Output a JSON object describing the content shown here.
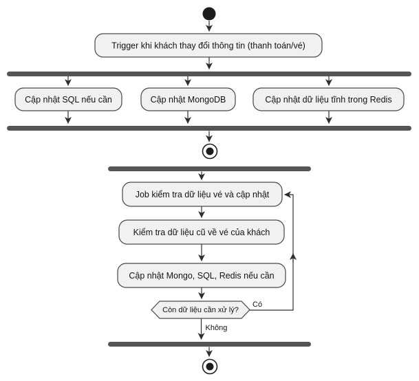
{
  "diagram": {
    "type": "activity-diagram",
    "colors": {
      "background": "#ffffff",
      "activity_fill": "#f1f1f1",
      "activity_border": "#4a4a4a",
      "bar_fill": "#555555",
      "edge": "#2e2e2e",
      "text": "#121212"
    },
    "nodes": {
      "trigger": "Trigger khi khách thay đổi thông tin (thanh toán/vé)",
      "update_sql": "Cập nhật SQL nếu cần",
      "update_mongodb": "Cập nhật MongoDB",
      "update_redis": "Cập nhật dữ liệu tĩnh trong Redis",
      "job_check": "Job kiểm tra dữ liệu vé và cập nhật",
      "check_old_data": "Kiểm tra dữ liệu cũ về vé của khách",
      "update_all": "Cập nhật Mongo, SQL, Redis nếu cần"
    },
    "decision": {
      "question": "Còn dữ liệu cần xử lý?",
      "yes_label": "Có",
      "no_label": "Không"
    }
  }
}
